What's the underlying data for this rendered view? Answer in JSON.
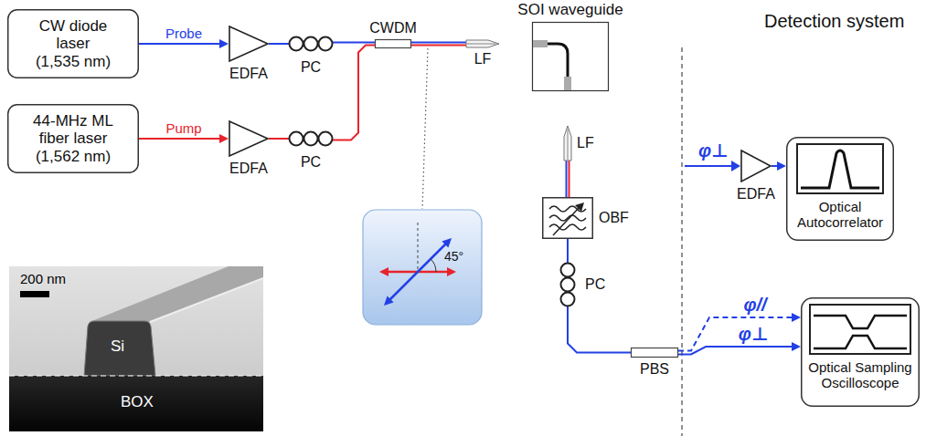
{
  "diagram": {
    "nodes": [
      {
        "text": [
          "CW diode laser (1,535 nm)"
        ]
      },
      {
        "text": [
          "44-MHz ML fiber laser (1,562 nm)"
        ]
      },
      {
        "text": [
          "EDFA"
        ]
      },
      {
        "text": [
          "EDFA"
        ]
      },
      {
        "text": [
          "PC"
        ]
      },
      {
        "text": [
          "PC"
        ]
      },
      {
        "text": [
          "CWDM"
        ]
      },
      {
        "text": [
          "LF"
        ]
      },
      {
        "text": [
          "SOI waveguide"
        ]
      },
      {
        "text": [
          "LF"
        ]
      },
      {
        "text": [
          "OBF"
        ]
      },
      {
        "text": [
          "PC"
        ]
      },
      {
        "text": [
          "PBS"
        ]
      },
      {
        "text": [
          "EDFA"
        ]
      },
      {
        "text": [
          "Optical Autocorrelator"
        ]
      },
      {
        "text": [
          "Optical Sampling Oscilloscope"
        ]
      }
    ],
    "edges": [
      {
        "from": 0,
        "to": 2,
        "label": "Probe",
        "arrow": "to"
      },
      {
        "from": 1,
        "to": 3,
        "label": "Pump",
        "arrow": "to"
      },
      {
        "from": 2,
        "to": 4,
        "arrow": "none"
      },
      {
        "from": 3,
        "to": 5,
        "arrow": "none"
      },
      {
        "from": 4,
        "to": 6,
        "arrow": "none"
      },
      {
        "from": 5,
        "to": 6,
        "arrow": "none"
      },
      {
        "from": 6,
        "to": 7,
        "arrow": "none"
      },
      {
        "from": 9,
        "to": 10,
        "arrow": "none"
      },
      {
        "from": 10,
        "to": 11,
        "arrow": "none"
      },
      {
        "from": 11,
        "to": 12,
        "arrow": "none"
      },
      {
        "from": 13,
        "to": 14,
        "arrow": "to"
      },
      {
        "from": 12,
        "to": 15,
        "label": "φ//",
        "arrow": "to"
      },
      {
        "from": 12,
        "to": 15,
        "label": "φ⊥",
        "arrow": "to"
      }
    ],
    "labels": [
      "φ⊥",
      "Detection system",
      "45°",
      "200 nm",
      "Si",
      "BOX"
    ]
  }
}
